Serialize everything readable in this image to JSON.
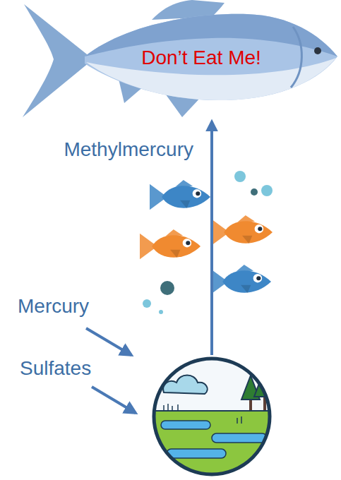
{
  "diagram": {
    "nodes": [
      {
        "text": [
          "Don’t Eat Me!"
        ]
      },
      {
        "text": []
      }
    ],
    "edges": [
      {
        "from": 1,
        "to": 0,
        "arrow": "to",
        "label": "Methylmercury"
      }
    ],
    "labels": [
      "Mercury",
      "Sulfates"
    ]
  }
}
